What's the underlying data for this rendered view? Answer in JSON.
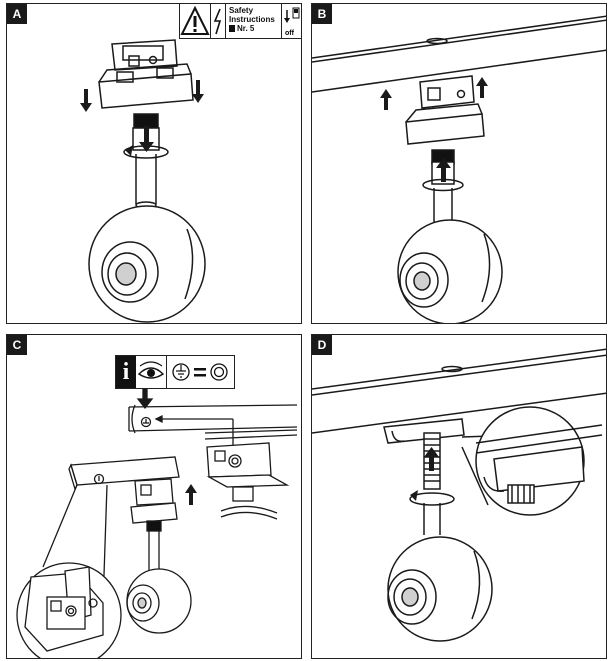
{
  "panels": {
    "a": {
      "label": "A"
    },
    "b": {
      "label": "B"
    },
    "c": {
      "label": "C"
    },
    "d": {
      "label": "D"
    }
  },
  "safety_box": {
    "line1": "Safety",
    "line2": "Instructions",
    "line3": "Nr. 5",
    "off_label": "off",
    "icons": [
      "warning-triangle-icon",
      "lightning-bolt-icon",
      "book-icon",
      "power-off-icon"
    ]
  },
  "info_box": {
    "letter": "i",
    "icons": [
      "eye-icon",
      "ground-symbol-icon",
      "equals-icon",
      "ground-contact-icon"
    ]
  },
  "colors": {
    "line": "#1a1a1a",
    "fill": "#ffffff",
    "shade": "#bdbdbd",
    "dark": "#111111"
  }
}
